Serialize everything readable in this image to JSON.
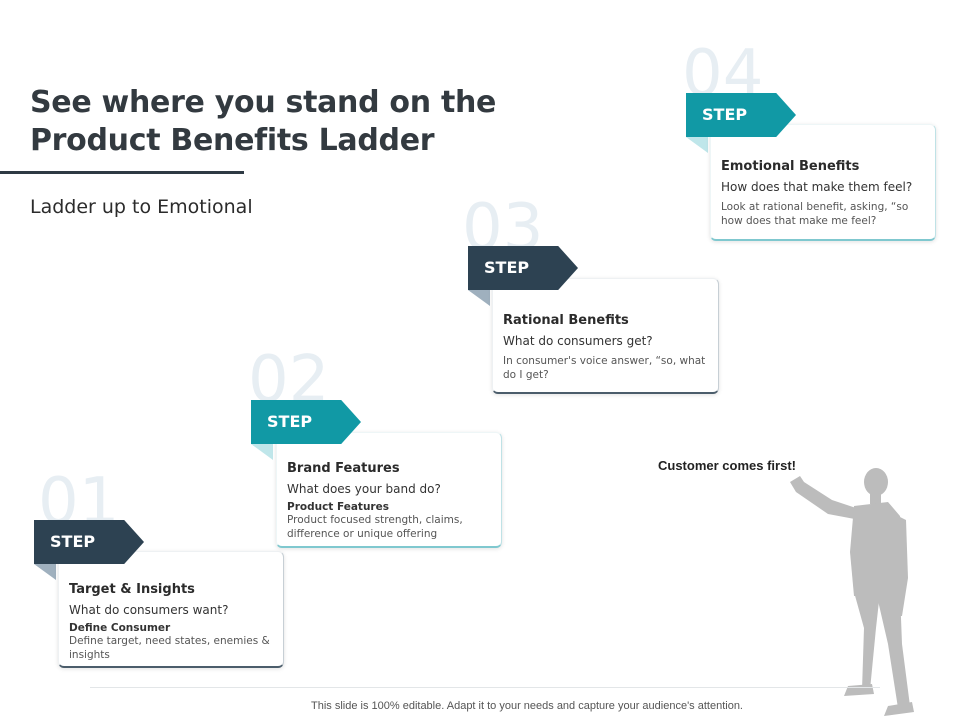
{
  "slide": {
    "title": "See where you stand on the Product Benefits Ladder",
    "subtitle": "Ladder up to Emotional",
    "callout": "Customer comes first!",
    "footer": "This slide is 100% editable. Adapt it to your needs and capture your audience's attention."
  },
  "colors": {
    "dark": "#2d4252",
    "teal": "#1199a5",
    "number_watermark": "#e7eef3"
  },
  "steps": [
    {
      "number": "01",
      "label": "STEP",
      "style": "dark",
      "heading": "Target & Insights",
      "question": "What do consumers want?",
      "sub_heading": "Define Consumer",
      "description": "Define target, need states, enemies & insights"
    },
    {
      "number": "02",
      "label": "STEP",
      "style": "teal",
      "heading": "Brand Features",
      "question": "What does your band do?",
      "sub_heading": "Product Features",
      "description": "Product focused strength, claims, difference or unique offering"
    },
    {
      "number": "03",
      "label": "STEP",
      "style": "dark",
      "heading": "Rational Benefits",
      "question": "What do consumers get?",
      "description": "In consumer's voice answer, “so, what do I get?"
    },
    {
      "number": "04",
      "label": "STEP",
      "style": "teal",
      "heading": "Emotional Benefits",
      "question": "How does that make them feel?",
      "description": "Look at rational benefit, asking, “so how does that make me feel?"
    }
  ]
}
